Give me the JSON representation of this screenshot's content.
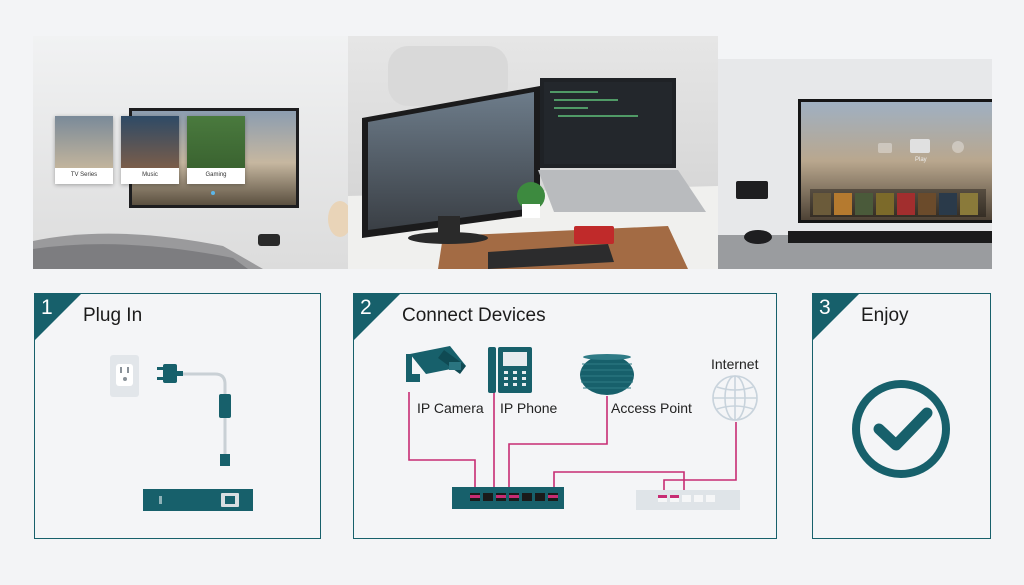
{
  "photos": {
    "streaming": {
      "tiles": [
        "TV Series",
        "Music",
        "Gaming"
      ]
    },
    "tv": {
      "menu": [
        "Play"
      ]
    }
  },
  "steps": [
    {
      "number": "1",
      "title": "Plug In"
    },
    {
      "number": "2",
      "title": "Connect Devices"
    },
    {
      "number": "3",
      "title": "Enjoy"
    }
  ],
  "devices": {
    "ip_camera": "IP Camera",
    "ip_phone": "IP Phone",
    "access_point": "Access Point",
    "internet": "Internet"
  },
  "colors": {
    "teal": "#17606b",
    "cable_pink": "#c72c73",
    "background": "#f3f4f6"
  },
  "icons": [
    "power-outlet-icon",
    "power-plug-icon",
    "camera-icon",
    "phone-icon",
    "access-point-icon",
    "globe-icon",
    "switch-icon",
    "router-icon",
    "checkmark-icon"
  ]
}
